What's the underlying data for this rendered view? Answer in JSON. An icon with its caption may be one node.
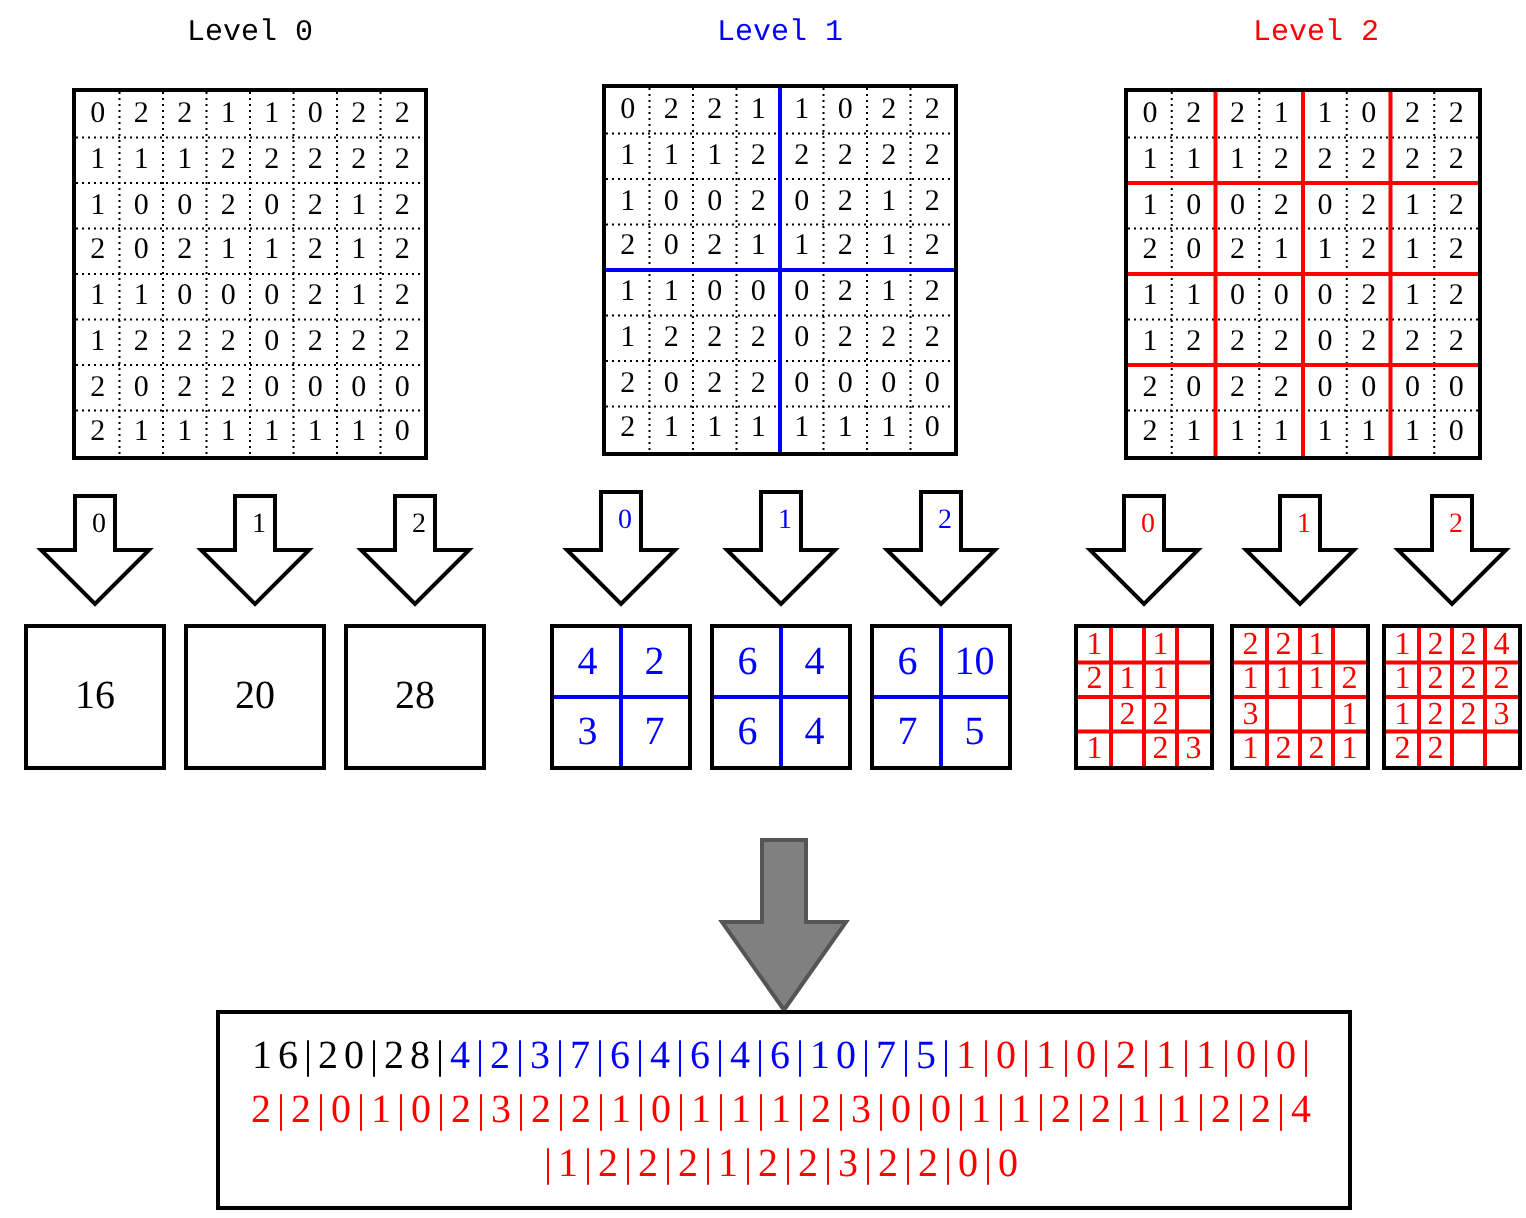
{
  "diagram": {
    "nodes": [
      {
        "text": [
          "0",
          "2",
          "2",
          "1",
          "1",
          "0",
          "2",
          "2",
          "1",
          "1",
          "1",
          "2",
          "2",
          "2",
          "2",
          "2",
          "1",
          "0",
          "0",
          "2",
          "0",
          "2",
          "1",
          "2",
          "2",
          "0",
          "2",
          "1",
          "1",
          "2",
          "1",
          "2",
          "1",
          "1",
          "0",
          "0",
          "0",
          "2",
          "1",
          "2",
          "1",
          "2",
          "2",
          "2",
          "0",
          "2",
          "2",
          "2",
          "2",
          "0",
          "2",
          "2",
          "0",
          "0",
          "0",
          "0",
          "2",
          "1",
          "1",
          "1",
          "1",
          "1",
          "1",
          "0"
        ]
      },
      {
        "text": [
          "0",
          "2",
          "2",
          "1",
          "1",
          "0",
          "2",
          "2",
          "1",
          "1",
          "1",
          "2",
          "2",
          "2",
          "2",
          "2",
          "1",
          "0",
          "0",
          "2",
          "0",
          "2",
          "1",
          "2",
          "2",
          "0",
          "2",
          "1",
          "1",
          "2",
          "1",
          "2",
          "1",
          "1",
          "0",
          "0",
          "0",
          "2",
          "1",
          "2",
          "1",
          "2",
          "2",
          "2",
          "0",
          "2",
          "2",
          "2",
          "2",
          "0",
          "2",
          "2",
          "0",
          "0",
          "0",
          "0",
          "2",
          "1",
          "1",
          "1",
          "1",
          "1",
          "1",
          "0"
        ]
      },
      {
        "text": [
          "0",
          "2",
          "2",
          "1",
          "1",
          "0",
          "2",
          "2",
          "1",
          "1",
          "1",
          "2",
          "2",
          "2",
          "2",
          "2",
          "1",
          "0",
          "0",
          "2",
          "0",
          "2",
          "1",
          "2",
          "2",
          "0",
          "2",
          "1",
          "1",
          "2",
          "1",
          "2",
          "1",
          "1",
          "0",
          "0",
          "0",
          "2",
          "1",
          "2",
          "1",
          "2",
          "2",
          "2",
          "0",
          "2",
          "2",
          "2",
          "2",
          "0",
          "2",
          "2",
          "0",
          "0",
          "0",
          "0",
          "2",
          "1",
          "1",
          "1",
          "1",
          "1",
          "1",
          "0"
        ]
      },
      {
        "text": [
          "16"
        ]
      },
      {
        "text": [
          "20"
        ]
      },
      {
        "text": [
          "28"
        ]
      },
      {
        "text": [
          "4",
          "2",
          "3",
          "7"
        ]
      },
      {
        "text": [
          "6",
          "4",
          "6",
          "4"
        ]
      },
      {
        "text": [
          "6",
          "10",
          "7",
          "5"
        ]
      },
      {
        "text": [
          "1",
          "1",
          "2",
          "1",
          "1",
          "2",
          "2",
          "1",
          "2",
          "3"
        ]
      },
      {
        "text": [
          "2",
          "2",
          "1",
          "1",
          "1",
          "1",
          "2",
          "3",
          "1",
          "1",
          "2",
          "2",
          "1"
        ]
      },
      {
        "text": [
          "1",
          "2",
          "2",
          "4",
          "1",
          "2",
          "2",
          "2",
          "1",
          "2",
          "2",
          "3",
          "2",
          "2"
        ]
      },
      {
        "text": [
          "16|20|28|",
          "4|2|3|7|6|4|6|4|6|10|7|5|",
          "1|0|1|0|2|1|1|0|0|2|2|0|1|0|2|3|2|2|1|0|1|1|1|2|3|0|0|1|1|2|2|1|1|2|2|4|1|2|2|2|1|2|2|3|2|2|0|0"
        ]
      }
    ],
    "edges": [
      {
        "from": 0,
        "to": 3,
        "arrow": "to",
        "label": "0"
      },
      {
        "from": 0,
        "to": 4,
        "arrow": "to",
        "label": "1"
      },
      {
        "from": 0,
        "to": 5,
        "arrow": "to",
        "label": "2"
      },
      {
        "from": 1,
        "to": 6,
        "arrow": "to",
        "label": "0"
      },
      {
        "from": 1,
        "to": 7,
        "arrow": "to",
        "label": "1"
      },
      {
        "from": 1,
        "to": 8,
        "arrow": "to",
        "label": "2"
      },
      {
        "from": 2,
        "to": 9,
        "arrow": "to",
        "label": "0"
      },
      {
        "from": 2,
        "to": 10,
        "arrow": "to",
        "label": "1"
      },
      {
        "from": 2,
        "to": 11,
        "arrow": "to",
        "label": "2"
      },
      {
        "from": null,
        "to": 12,
        "arrow": "to",
        "style": "thick",
        "color": "#808080"
      }
    ],
    "labels": [
      "Level 0",
      "Level 1",
      "Level 2"
    ]
  }
}
